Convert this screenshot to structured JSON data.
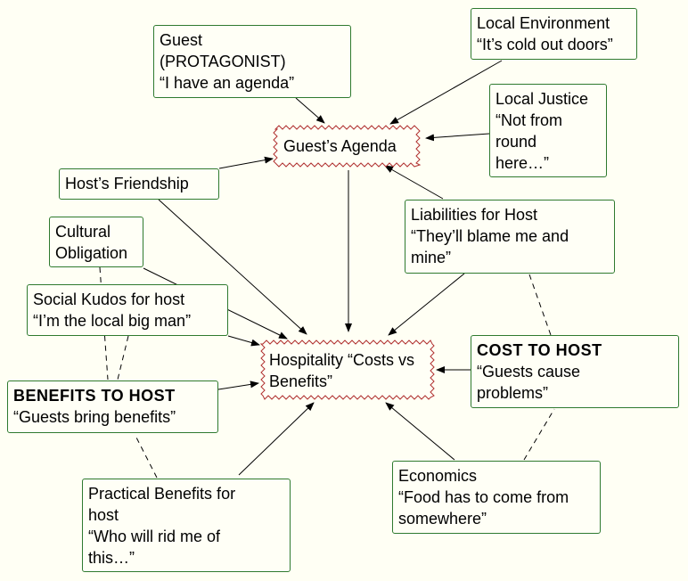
{
  "diagram": {
    "guest": {
      "title": "Guest",
      "role": "(PROTAGONIST)",
      "quote": "“I have an agenda”"
    },
    "local_environment": {
      "title": "Local Environment",
      "quote": "“It’s cold out doors”"
    },
    "local_justice": {
      "title": "Local Justice",
      "quote_1": "“Not from",
      "quote_2": "round",
      "quote_3": "here…”"
    },
    "guests_agenda": {
      "label": "Guest’s Agenda"
    },
    "hosts_friendship": {
      "label": "Host’s Friendship"
    },
    "liabilities": {
      "title": "Liabilities for Host",
      "quote_1": "“They’ll blame me and",
      "quote_2": "mine”"
    },
    "cultural_obligation": {
      "line_1": "Cultural",
      "line_2": "Obligation"
    },
    "social_kudos": {
      "title": "Social Kudos for host",
      "quote": "“I’m the local big man”"
    },
    "hospitality": {
      "title": "Hospitality",
      "quote": "“Costs vs Benefits”"
    },
    "cost_to_host": {
      "title": "COST TO HOST",
      "quote_1": "“Guests cause",
      "quote_2": "problems”"
    },
    "benefits_to_host": {
      "title": "BENEFITS TO HOST",
      "quote": "“Guests bring benefits”"
    },
    "economics": {
      "title": "Economics",
      "quote_1": "“Food has to come from",
      "quote_2": "somewhere”"
    },
    "practical_benefits": {
      "title_1": "Practical Benefits for",
      "title_2": "host",
      "quote_1": "“Who will rid me of",
      "quote_2": "this…”"
    }
  },
  "colors": {
    "background": "#fffff4",
    "node_border": "#2f7a2f",
    "wavy_border": "#b03030",
    "arrow": "#000000"
  }
}
